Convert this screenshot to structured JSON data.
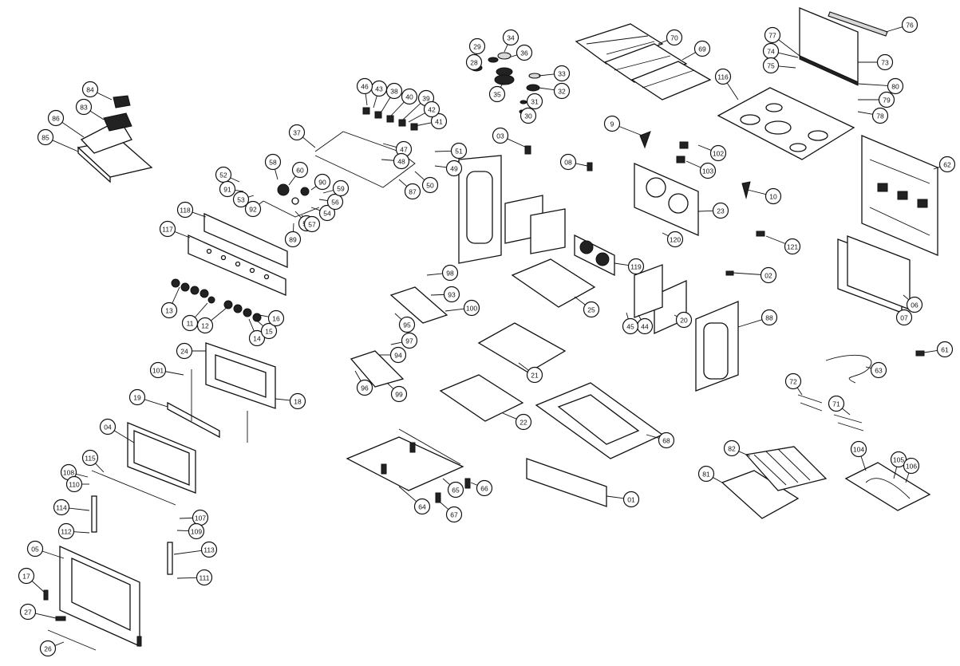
{
  "callouts": [
    {
      "label": "01"
    },
    {
      "label": "02"
    },
    {
      "label": "03"
    },
    {
      "label": "04"
    },
    {
      "label": "05"
    },
    {
      "label": "06"
    },
    {
      "label": "07"
    },
    {
      "label": "08"
    },
    {
      "label": "9"
    },
    {
      "label": "10"
    },
    {
      "label": "11"
    },
    {
      "label": "12"
    },
    {
      "label": "13"
    },
    {
      "label": "14"
    },
    {
      "label": "15"
    },
    {
      "label": "16"
    },
    {
      "label": "17"
    },
    {
      "label": "18"
    },
    {
      "label": "19"
    },
    {
      "label": "20"
    },
    {
      "label": "21"
    },
    {
      "label": "22"
    },
    {
      "label": "23"
    },
    {
      "label": "24"
    },
    {
      "label": "25"
    },
    {
      "label": "26"
    },
    {
      "label": "27"
    },
    {
      "label": "28"
    },
    {
      "label": "29"
    },
    {
      "label": "30"
    },
    {
      "label": "31"
    },
    {
      "label": "32"
    },
    {
      "label": "33"
    },
    {
      "label": "34"
    },
    {
      "label": "35"
    },
    {
      "label": "36"
    },
    {
      "label": "37"
    },
    {
      "label": "38"
    },
    {
      "label": "39"
    },
    {
      "label": "40"
    },
    {
      "label": "41"
    },
    {
      "label": "42"
    },
    {
      "label": "43"
    },
    {
      "label": "44"
    },
    {
      "label": "45"
    },
    {
      "label": "46"
    },
    {
      "label": "47"
    },
    {
      "label": "48"
    },
    {
      "label": "49"
    },
    {
      "label": "50"
    },
    {
      "label": "51"
    },
    {
      "label": "52"
    },
    {
      "label": "53"
    },
    {
      "label": "54"
    },
    {
      "label": "55"
    },
    {
      "label": "56"
    },
    {
      "label": "57"
    },
    {
      "label": "58"
    },
    {
      "label": "59"
    },
    {
      "label": "60"
    },
    {
      "label": "61"
    },
    {
      "label": "62"
    },
    {
      "label": "63"
    },
    {
      "label": "64"
    },
    {
      "label": "65"
    },
    {
      "label": "66"
    },
    {
      "label": "67"
    },
    {
      "label": "68"
    },
    {
      "label": "69"
    },
    {
      "label": "70"
    },
    {
      "label": "71"
    },
    {
      "label": "72"
    },
    {
      "label": "73"
    },
    {
      "label": "74"
    },
    {
      "label": "75"
    },
    {
      "label": "76"
    },
    {
      "label": "77"
    },
    {
      "label": "78"
    },
    {
      "label": "79"
    },
    {
      "label": "80"
    },
    {
      "label": "81"
    },
    {
      "label": "82"
    },
    {
      "label": "83"
    },
    {
      "label": "84"
    },
    {
      "label": "85"
    },
    {
      "label": "86"
    },
    {
      "label": "87"
    },
    {
      "label": "88"
    },
    {
      "label": "89"
    },
    {
      "label": "90"
    },
    {
      "label": "91"
    },
    {
      "label": "92"
    },
    {
      "label": "93"
    },
    {
      "label": "94"
    },
    {
      "label": "95"
    },
    {
      "label": "96"
    },
    {
      "label": "97"
    },
    {
      "label": "98"
    },
    {
      "label": "99"
    },
    {
      "label": "100"
    },
    {
      "label": "101"
    },
    {
      "label": "102"
    },
    {
      "label": "103"
    },
    {
      "label": "104"
    },
    {
      "label": "105"
    },
    {
      "label": "106"
    },
    {
      "label": "107"
    },
    {
      "label": "108"
    },
    {
      "label": "109"
    },
    {
      "label": "110"
    },
    {
      "label": "111"
    },
    {
      "label": "112"
    },
    {
      "label": "113"
    },
    {
      "label": "114"
    },
    {
      "label": "115"
    },
    {
      "label": "116"
    },
    {
      "label": "117"
    },
    {
      "label": "118"
    },
    {
      "label": "119"
    },
    {
      "label": "120"
    },
    {
      "label": "121"
    }
  ]
}
